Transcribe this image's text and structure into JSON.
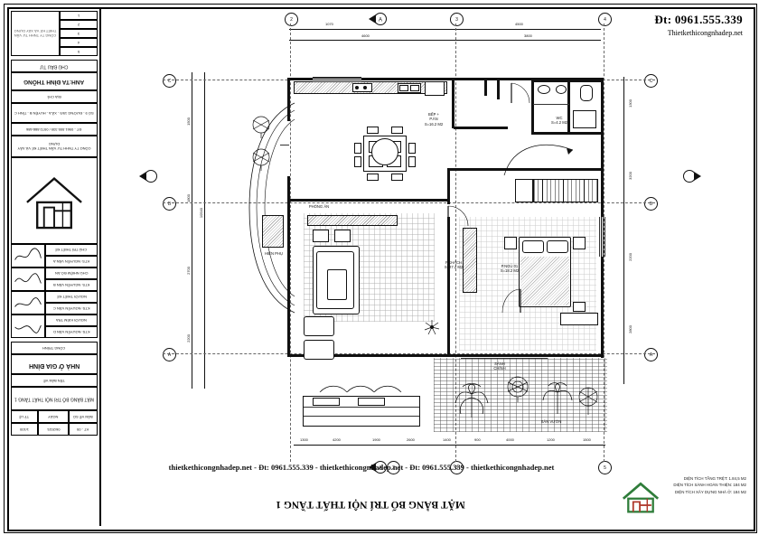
{
  "sheet": {
    "brand_phone": "Đt: 0961.555.339",
    "brand_site": "Thietkethicongnhadep.net",
    "bottom_strip": "thietkethicongnhadep.net - Đt: 0961.555.339 - thietkethicongnhadep.net - Đt: 0961.555.339 - thietkethicongnhadep.net",
    "main_title": "MẶT BẰNG BỐ TRÍ NỘI THẤT TẦNG 1",
    "watermark": {
      "line1": "DIỆN TÍCH TẦNG TRỆT: 1.84,5 M2",
      "line2": "DIỆN TÍCH SÀNH HOÀN THIỆN: 184 M2",
      "line3": "DIỆN TÍCH XÂY DỰNG NHÀ Ở: 184 M2"
    }
  },
  "titleblock": {
    "company_label": "CÔNG TY TNHH TƯ VẤN THIẾT KẾ VÀ XÂY DỰNG",
    "owner_header": "CHỦ ĐẦU TƯ",
    "owner_name": "ANH:TA ĐÌNH THÔNG",
    "address_label": "ĐỊA CHỈ:",
    "address_value": "SỐ 9 - ĐƯỜNG 19/5 - XÃ A - HUYỆN B - TỈNH C",
    "phone_label": "ĐT - 0961.555.339 / 0972.888.686",
    "project_label": "CÔNG TRÌNH",
    "project_name": "NHÀ Ở GIA ĐÌNH",
    "drawing_label": "TÊN BẢN VẼ",
    "drawing_name": "MẶT BẰNG BỐ TRÍ NỘI THẤT TẦNG 1",
    "rows": [
      {
        "k": "CHỦ TRÌ THIẾT KẾ",
        "v": "KTS: NGUYỄN VĂN A"
      },
      {
        "k": "CHỦ NHIỆM ĐỒ ÁN",
        "v": "KTS: NGUYỄN VĂN B"
      },
      {
        "k": "NGƯỜI THIẾT KẾ",
        "v": "KTS: NGUYỄN VĂN C"
      },
      {
        "k": "NGƯỜI KIỂM TRA",
        "v": "KTS: NGUYỄN VĂN D"
      }
    ],
    "scale_label": "TỶ LỆ",
    "scale_value": "1/100",
    "date_label": "NGÀY",
    "date_value": "06/2021",
    "sheet_label": "BẢN VẼ SỐ",
    "sheet_value": "KT - 05",
    "num_col": [
      "1",
      "2",
      "3",
      "4",
      "5"
    ]
  },
  "plan": {
    "grid_x": [
      "1",
      "2",
      "3",
      "4",
      "5"
    ],
    "grid_y": [
      "A",
      "B",
      "C"
    ],
    "rooms": [
      {
        "id": "bep",
        "label": "BẾP +\nP.ĂN\nS=16.2 M2"
      },
      {
        "id": "wc1",
        "label": "WC\nS=4.2 M2"
      },
      {
        "id": "phong-khach",
        "label": "P.KHÁCH\nS=27.2 M2"
      },
      {
        "id": "phong-ngu",
        "label": "P.NGỦ 01\nS=18.2 M2"
      },
      {
        "id": "sanh",
        "label": "SẢNH\nCHÍNH"
      },
      {
        "id": "hien",
        "label": "HIÊN PHỤ"
      },
      {
        "id": "san-vuon",
        "label": "SÂN VƯỜN"
      },
      {
        "id": "phong-an",
        "label": "PHÒNG ĂN"
      }
    ],
    "dims_top": [
      "1070",
      "4600",
      "4500",
      "3800"
    ],
    "dims_right": [
      "1300",
      "3200",
      "2200",
      "2800"
    ],
    "dims_left": [
      "1500",
      "1800",
      "2700",
      "2200",
      "10540"
    ],
    "dims_bottom": [
      "1300",
      "4200",
      "1900",
      "2600",
      "1400",
      "900",
      "4000",
      "1200",
      "1500"
    ]
  }
}
